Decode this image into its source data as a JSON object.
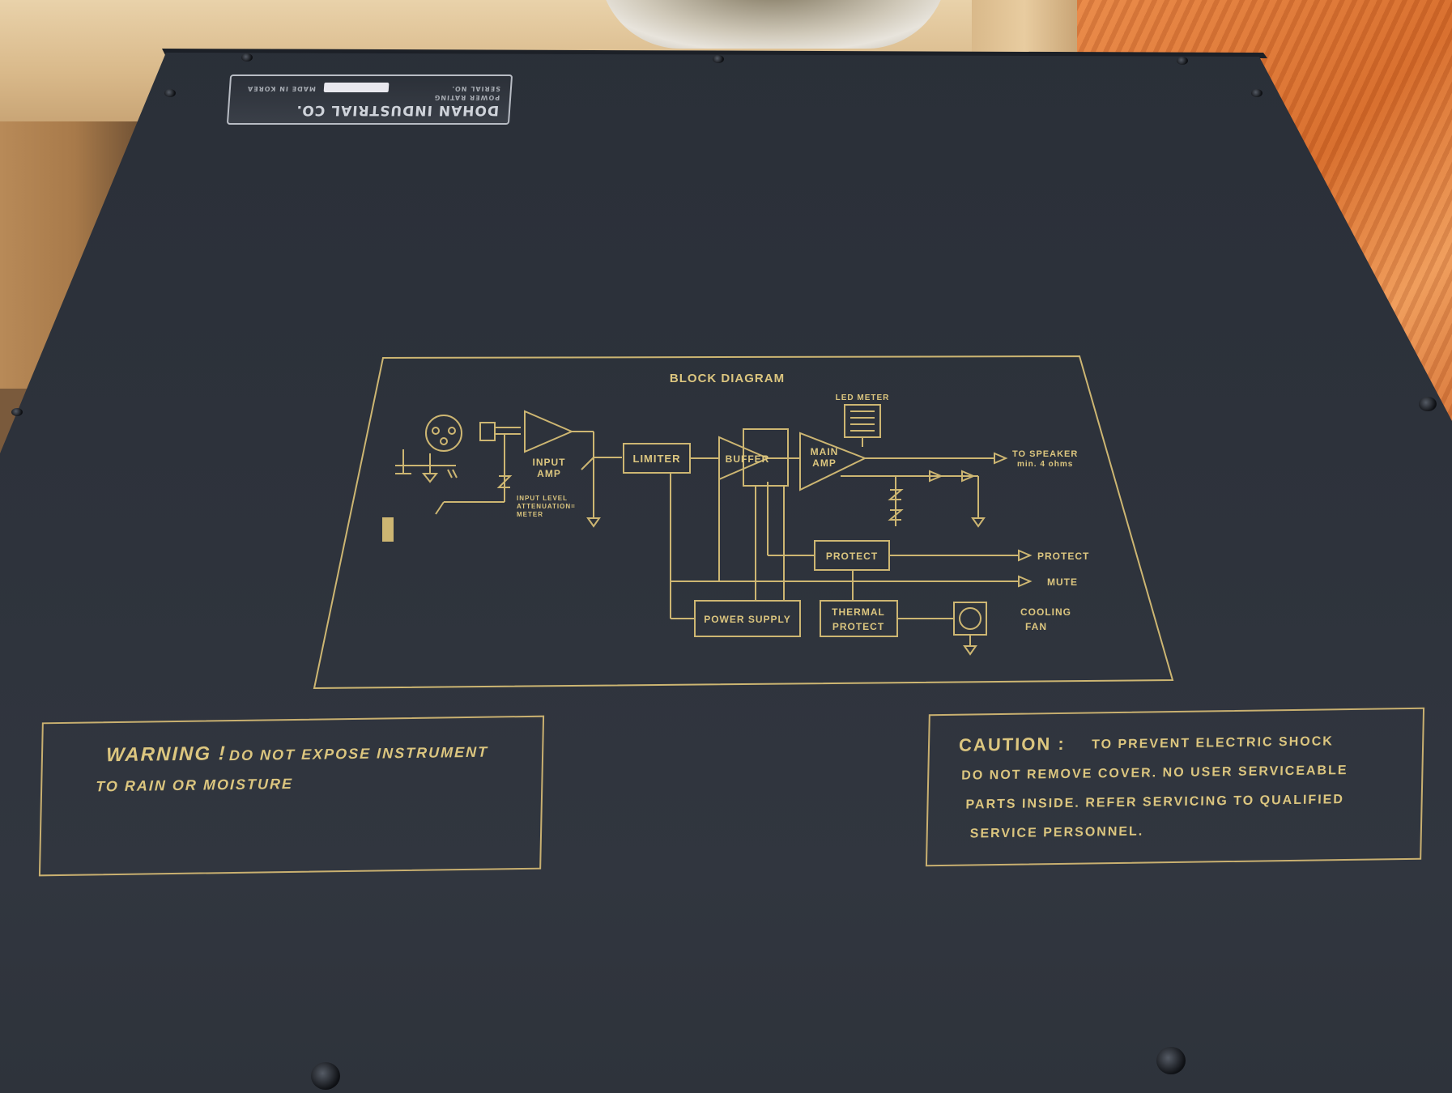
{
  "serial_plate": {
    "maker": "DOHAN INDUSTRIAL CO.",
    "line_serial": "SERIAL NO.",
    "line_made": "MADE IN KOREA",
    "line_power": "POWER RATING"
  },
  "block_diagram": {
    "title": "BLOCK DIAGRAM",
    "led_meter": "LED METER",
    "input_amp_1": "INPUT",
    "input_amp_2": "AMP",
    "attenuation_1": "INPUT LEVEL",
    "attenuation_2": "ATTENUATION=",
    "attenuation_3": "METER",
    "limiter": "LIMITER",
    "buffer": "BUFFER",
    "main_amp_1": "MAIN",
    "main_amp_2": "AMP",
    "to_speaker_1": "TO SPEAKER",
    "to_speaker_2": "min. 4 ohms",
    "protect_block": "PROTECT",
    "protect_out": "PROTECT",
    "mute_out": "MUTE",
    "power_supply": "POWER SUPPLY",
    "thermal_1": "THERMAL",
    "thermal_2": "PROTECT",
    "cooling_1": "COOLING",
    "cooling_2": "FAN"
  },
  "warning": {
    "lead": "WARNING !",
    "line1": "DO NOT EXPOSE INSTRUMENT",
    "line2": "TO RAIN OR MOISTURE"
  },
  "caution": {
    "lead": "CAUTION :",
    "line1": "TO PREVENT ELECTRIC SHOCK",
    "line2": "DO NOT REMOVE COVER. NO USER SERVICEABLE",
    "line3": "PARTS INSIDE. REFER SERVICING TO QUALIFIED",
    "line4": "SERVICE PERSONNEL."
  },
  "colors": {
    "panel": "#2d323b",
    "gold_print": "#dcc67f",
    "wood": "#d9b98a"
  }
}
